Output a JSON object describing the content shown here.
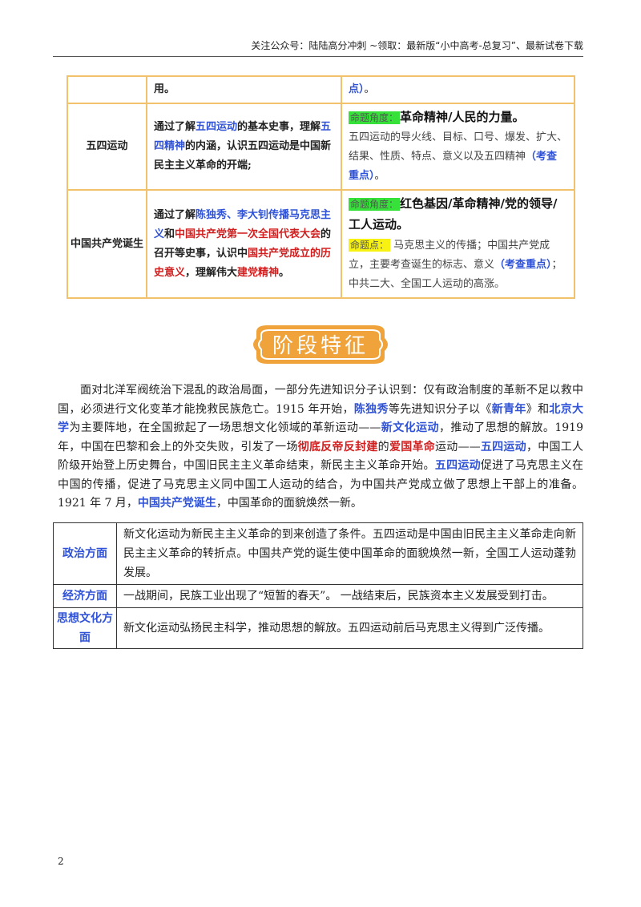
{
  "header": {
    "text": "关注公众号：陆陆高分冲刺  ~领取：最新版“小中高考-总复习”、最新试卷下载"
  },
  "table1": {
    "row0": {
      "c2": "用。",
      "c3_blue": "点）",
      "c3_tail": "。"
    },
    "row1": {
      "topic": "五四运动",
      "c2": {
        "p1": "通过了解",
        "b1": "五四运动",
        "p2": "的基本史事，理解",
        "b2": "五四精神",
        "p3": "的内涵，认识五四运动是中国新民主主义革命的开端;"
      },
      "c3": {
        "tag": "命题角度：",
        "headline": "革命精神/人民的力量。",
        "body": "五四运动的导火线、目标、口号、爆发、扩大、结果、性质、特点、意义以及五四精神",
        "blue": "（考查重点）",
        "tail": "。"
      }
    },
    "row2": {
      "topic": "中国共产党诞生",
      "c2": {
        "p1": "通过了解",
        "b1": "陈独秀、李大钊传播马克思主义",
        "p2": "和",
        "r1": "中国共产党第一次全国代表大会",
        "p3": "的召开等史事，认识中",
        "r2": "国共产党成立的历史意义",
        "p4": "，理解伟大",
        "r3": "建党精神",
        "p5": "。"
      },
      "c3": {
        "tag": "命题角度：",
        "headline": "红色基因/革命精神/党的领导/工人运动。",
        "tag2": "命题点：",
        "body": "马克思主义的传播；中国共产党成立，主要考查诞生的标志、意义",
        "blue": "（考查重点）",
        "tail": "；中共二大、全国工人运动的高涨。"
      }
    }
  },
  "banner": {
    "title": "阶段特征",
    "color": "#f0a33a"
  },
  "paragraph": {
    "t1": "面对北洋军阀统治下混乱的政治局面，一部分先进知识分子认识到：仅有政治制度的革新不足以救中国，必须进行文化变革才能挽救民族危亡。1915 年开始，",
    "b1": "陈独秀",
    "t2": "等先进知识分子以《",
    "b2": "新青年",
    "t3": "》和",
    "b3": "北京大学",
    "t4": "为主要阵地，在全国掀起了一场思想文化领域的革新运动——",
    "b4": "新文化运动",
    "t5": "，推动了思想的解放。1919 年，中国在巴黎和会上的外交失败，引发了一场",
    "r1": "彻底反帝反封建",
    "t6": "的",
    "r2": "爱国革命",
    "t7": "运动——",
    "b5": "五四运动",
    "t8": "，中国工人阶级开始登上历史舞台，中国旧民主主义革命结束，新民主主义革命开始。",
    "b6": "五四运动",
    "t9": "促进了马克思主义在中国的传播，促进了马克思主义同中国工人运动的结合，为中国共产党成立做了思想上干部上的准备。1921 年 7 月，",
    "b7": "中国共产党诞生",
    "t10": "，中国革命的面貌焕然一新。"
  },
  "table2": [
    {
      "key": "政治方面",
      "value": "新文化运动为新民主主义革命的到来创造了条件。五四运动是中国由旧民主主义革命走向新民主主义革命的转折点。中国共产党的诞生使中国革命的面貌焕然一新，全国工人运动蓬勃发展。"
    },
    {
      "key": "经济方面",
      "value": "一战期间，民族工业出现了“短暂的春天”。  一战结束后，民族资本主义发展受到打击。"
    },
    {
      "key": "思想文化方面",
      "value": "新文化运动弘扬民主科学，推动思想的解放。五四运动前后马克思主义得到广泛传播。"
    }
  ],
  "page_number": "2"
}
